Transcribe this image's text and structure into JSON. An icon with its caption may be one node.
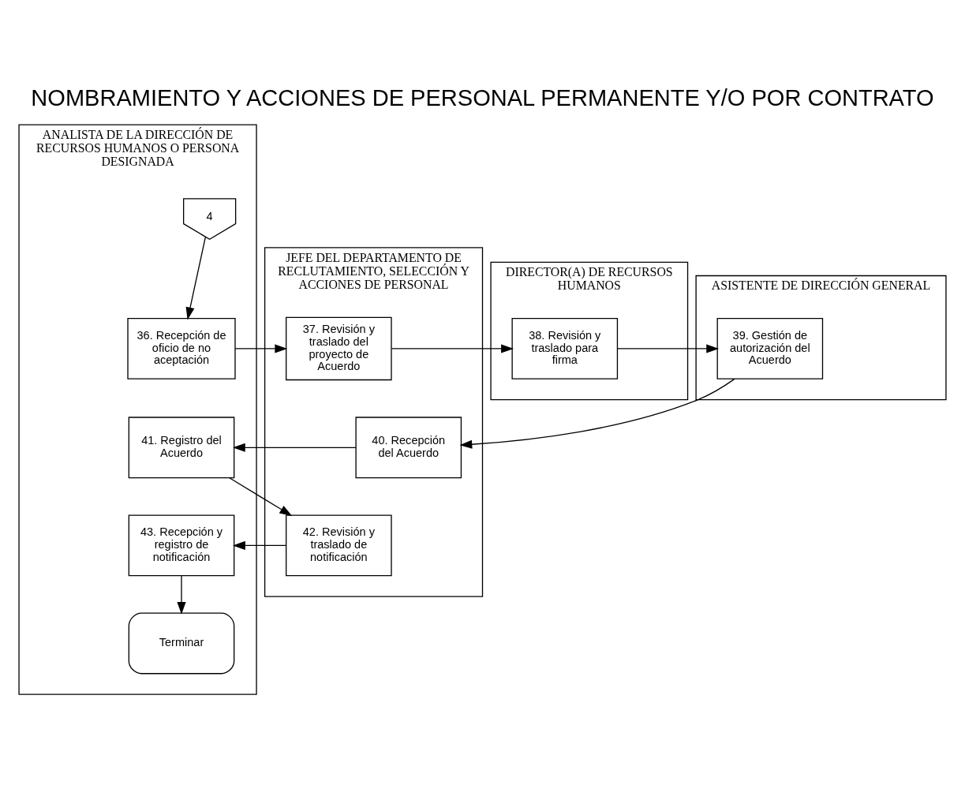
{
  "diagram": {
    "title": "NOMBRAMIENTO Y ACCIONES DE PERSONAL PERMANENTE Y/O POR CONTRATO",
    "nodes": [
      {
        "text": [
          "ANALISTA DE LA DIRECCIÓN DE RECURSOS HUMANOS O PERSONA DESIGNADA"
        ]
      },
      {
        "text": [
          "4"
        ],
        "in": 0
      },
      {
        "text": [
          "36. Recepción de oficio de no aceptación"
        ],
        "in": 0
      },
      {
        "text": [
          "41. Registro del Acuerdo"
        ],
        "in": 0
      },
      {
        "text": [
          "43. Recepción y registro de notificación"
        ],
        "in": 0
      },
      {
        "text": [
          "Terminar"
        ],
        "in": 0
      },
      {
        "text": [
          "JEFE DEL DEPARTAMENTO DE RECLUTAMIENTO, SELECCIÓN Y ACCIONES DE PERSONAL"
        ]
      },
      {
        "text": [
          "37. Revisión y traslado del proyecto de Acuerdo"
        ],
        "in": 6
      },
      {
        "text": [
          "40. Recepción del Acuerdo"
        ],
        "in": 6
      },
      {
        "text": [
          "42. Revisión y traslado de notificación"
        ],
        "in": 6
      },
      {
        "text": [
          "DIRECTOR(A) DE RECURSOS HUMANOS"
        ]
      },
      {
        "text": [
          "38. Revisión y traslado para firma"
        ],
        "in": 10
      },
      {
        "text": [
          "ASISTENTE DE DIRECCIÓN GENERAL"
        ]
      },
      {
        "text": [
          "39. Gestión de autorización del Acuerdo"
        ],
        "in": 12
      }
    ],
    "edges": [
      {
        "from": 1,
        "to": 2,
        "arrow": "to"
      },
      {
        "from": 2,
        "to": 7,
        "arrow": "to"
      },
      {
        "from": 7,
        "to": 11,
        "arrow": "to"
      },
      {
        "from": 11,
        "to": 13,
        "arrow": "to"
      },
      {
        "from": 13,
        "to": 8,
        "arrow": "to"
      },
      {
        "from": 8,
        "to": 3,
        "arrow": "to"
      },
      {
        "from": 3,
        "to": 9,
        "arrow": "to"
      },
      {
        "from": 9,
        "to": 4,
        "arrow": "to"
      },
      {
        "from": 4,
        "to": 5,
        "arrow": "to"
      }
    ]
  }
}
